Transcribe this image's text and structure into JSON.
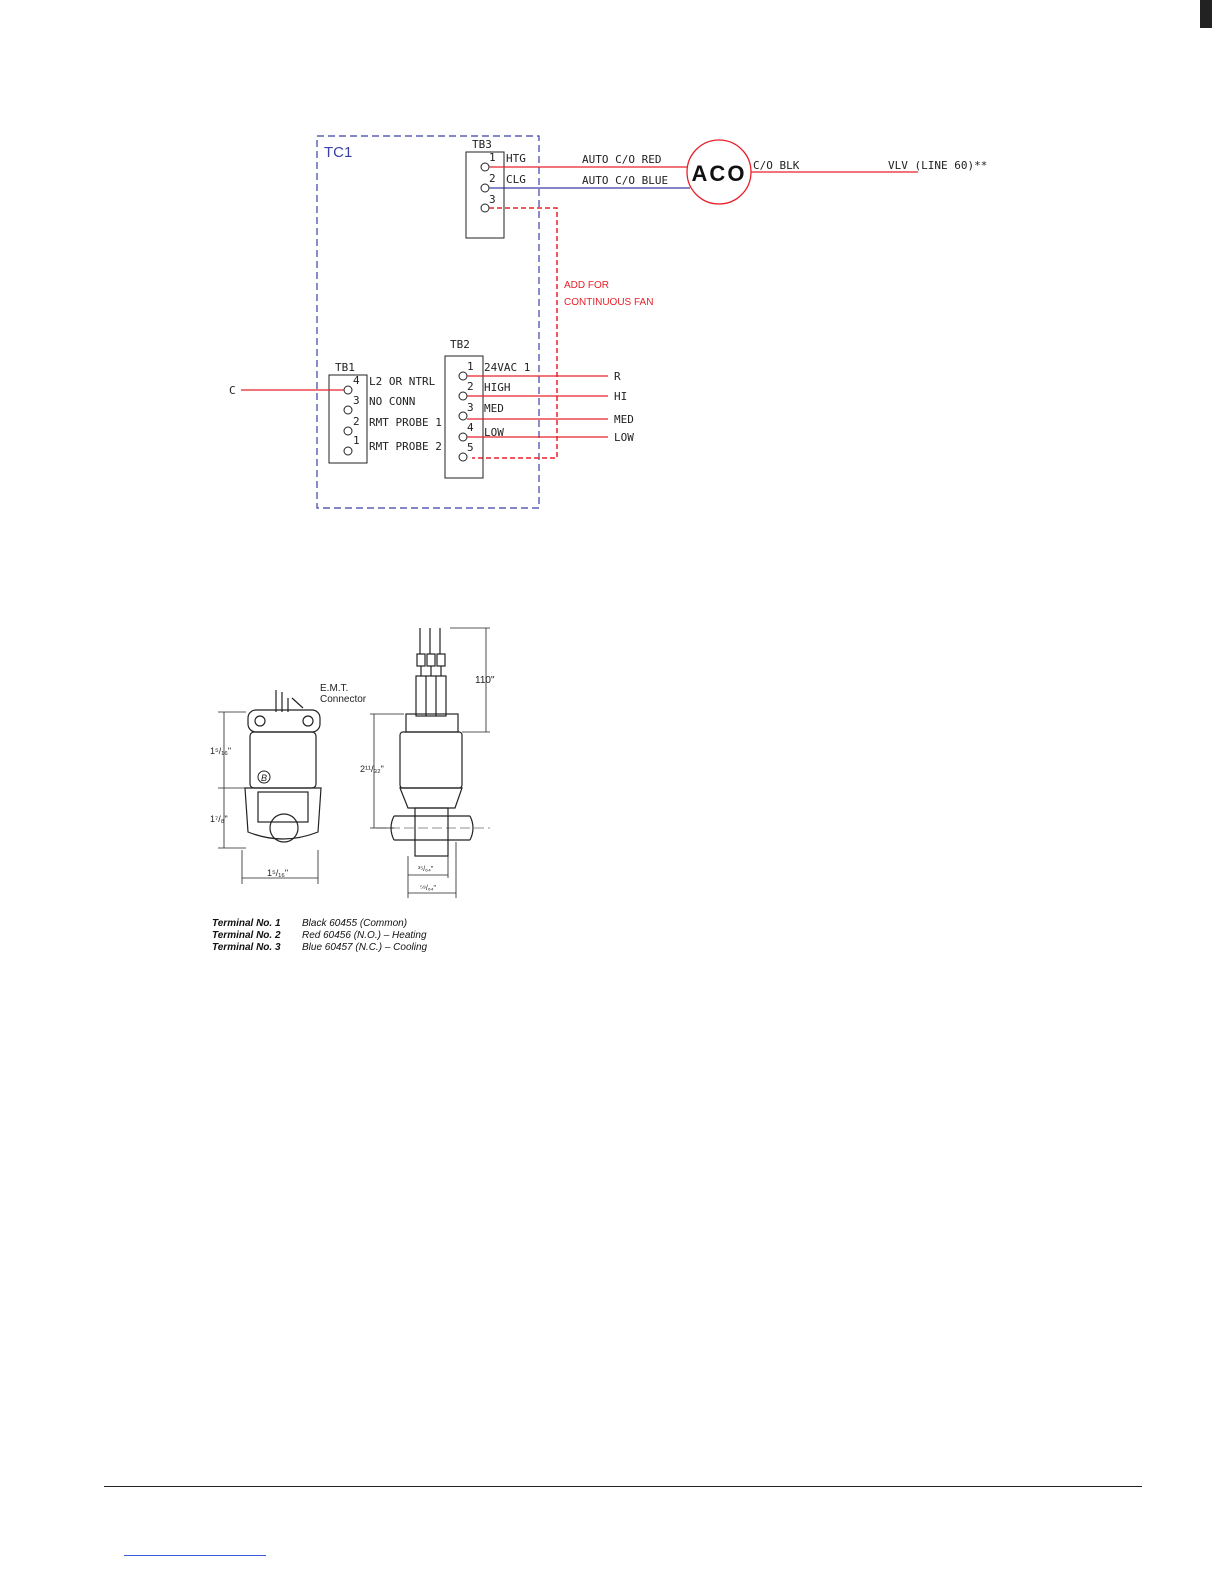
{
  "wiring": {
    "controller": "TC1",
    "tb3": {
      "label": "TB3",
      "terminals": [
        {
          "num": "1",
          "name": "HTG"
        },
        {
          "num": "2",
          "name": "CLG"
        },
        {
          "num": "3",
          "name": ""
        }
      ]
    },
    "tb2": {
      "label": "TB2",
      "terminals": [
        {
          "num": "1",
          "name": "24VAC 1"
        },
        {
          "num": "2",
          "name": "HIGH"
        },
        {
          "num": "3",
          "name": "MED"
        },
        {
          "num": "4",
          "name": "LOW"
        },
        {
          "num": "5",
          "name": ""
        }
      ]
    },
    "tb1": {
      "label": "TB1",
      "terminals": [
        {
          "num": "4",
          "name": "L2 OR NTRL"
        },
        {
          "num": "3",
          "name": "NO CONN"
        },
        {
          "num": "2",
          "name": "RMT PROBE 1"
        },
        {
          "num": "1",
          "name": "RMT PROBE 2"
        }
      ]
    },
    "aco": "ACO",
    "wire_auto_red": "AUTO C/O RED",
    "wire_auto_blue": "AUTO C/O BLUE",
    "wire_co_blk": "C/O BLK",
    "vlv_label": "VLV (LINE 60)**",
    "add_for_line1": "ADD FOR",
    "add_for_line2": "CONTINUOUS FAN",
    "c_label": "C",
    "out_labels": [
      "R",
      "HI",
      "MED",
      "LOW"
    ]
  },
  "drawing": {
    "emt_line1": "E.M.T.",
    "emt_line2": "Connector",
    "dim_110": "110\"",
    "dim_left_top": "1⁵/₁₆\"",
    "dim_left_bot": "1⁷/₈\"",
    "dim_bottom_width": "1⁵/₁₆\"",
    "dim_side_height": "2¹¹/₃₂\"",
    "dim_side_small1": "³⁵/₆₄\"",
    "dim_side_small2": "⁵⁹/₆₄\"",
    "badge": "B"
  },
  "legend": [
    {
      "key": "Terminal No. 1",
      "value": "Black 60455 (Common)"
    },
    {
      "key": "Terminal No. 2",
      "value": "Red 60456 (N.O.) – Heating"
    },
    {
      "key": "Terminal No. 3",
      "value": "Blue 60457 (N.C.) – Cooling"
    }
  ],
  "colors": {
    "red": "#e8202a",
    "blue": "#3a3fa6",
    "dashed_box": "#3a3fa6",
    "ink": "#222222"
  }
}
